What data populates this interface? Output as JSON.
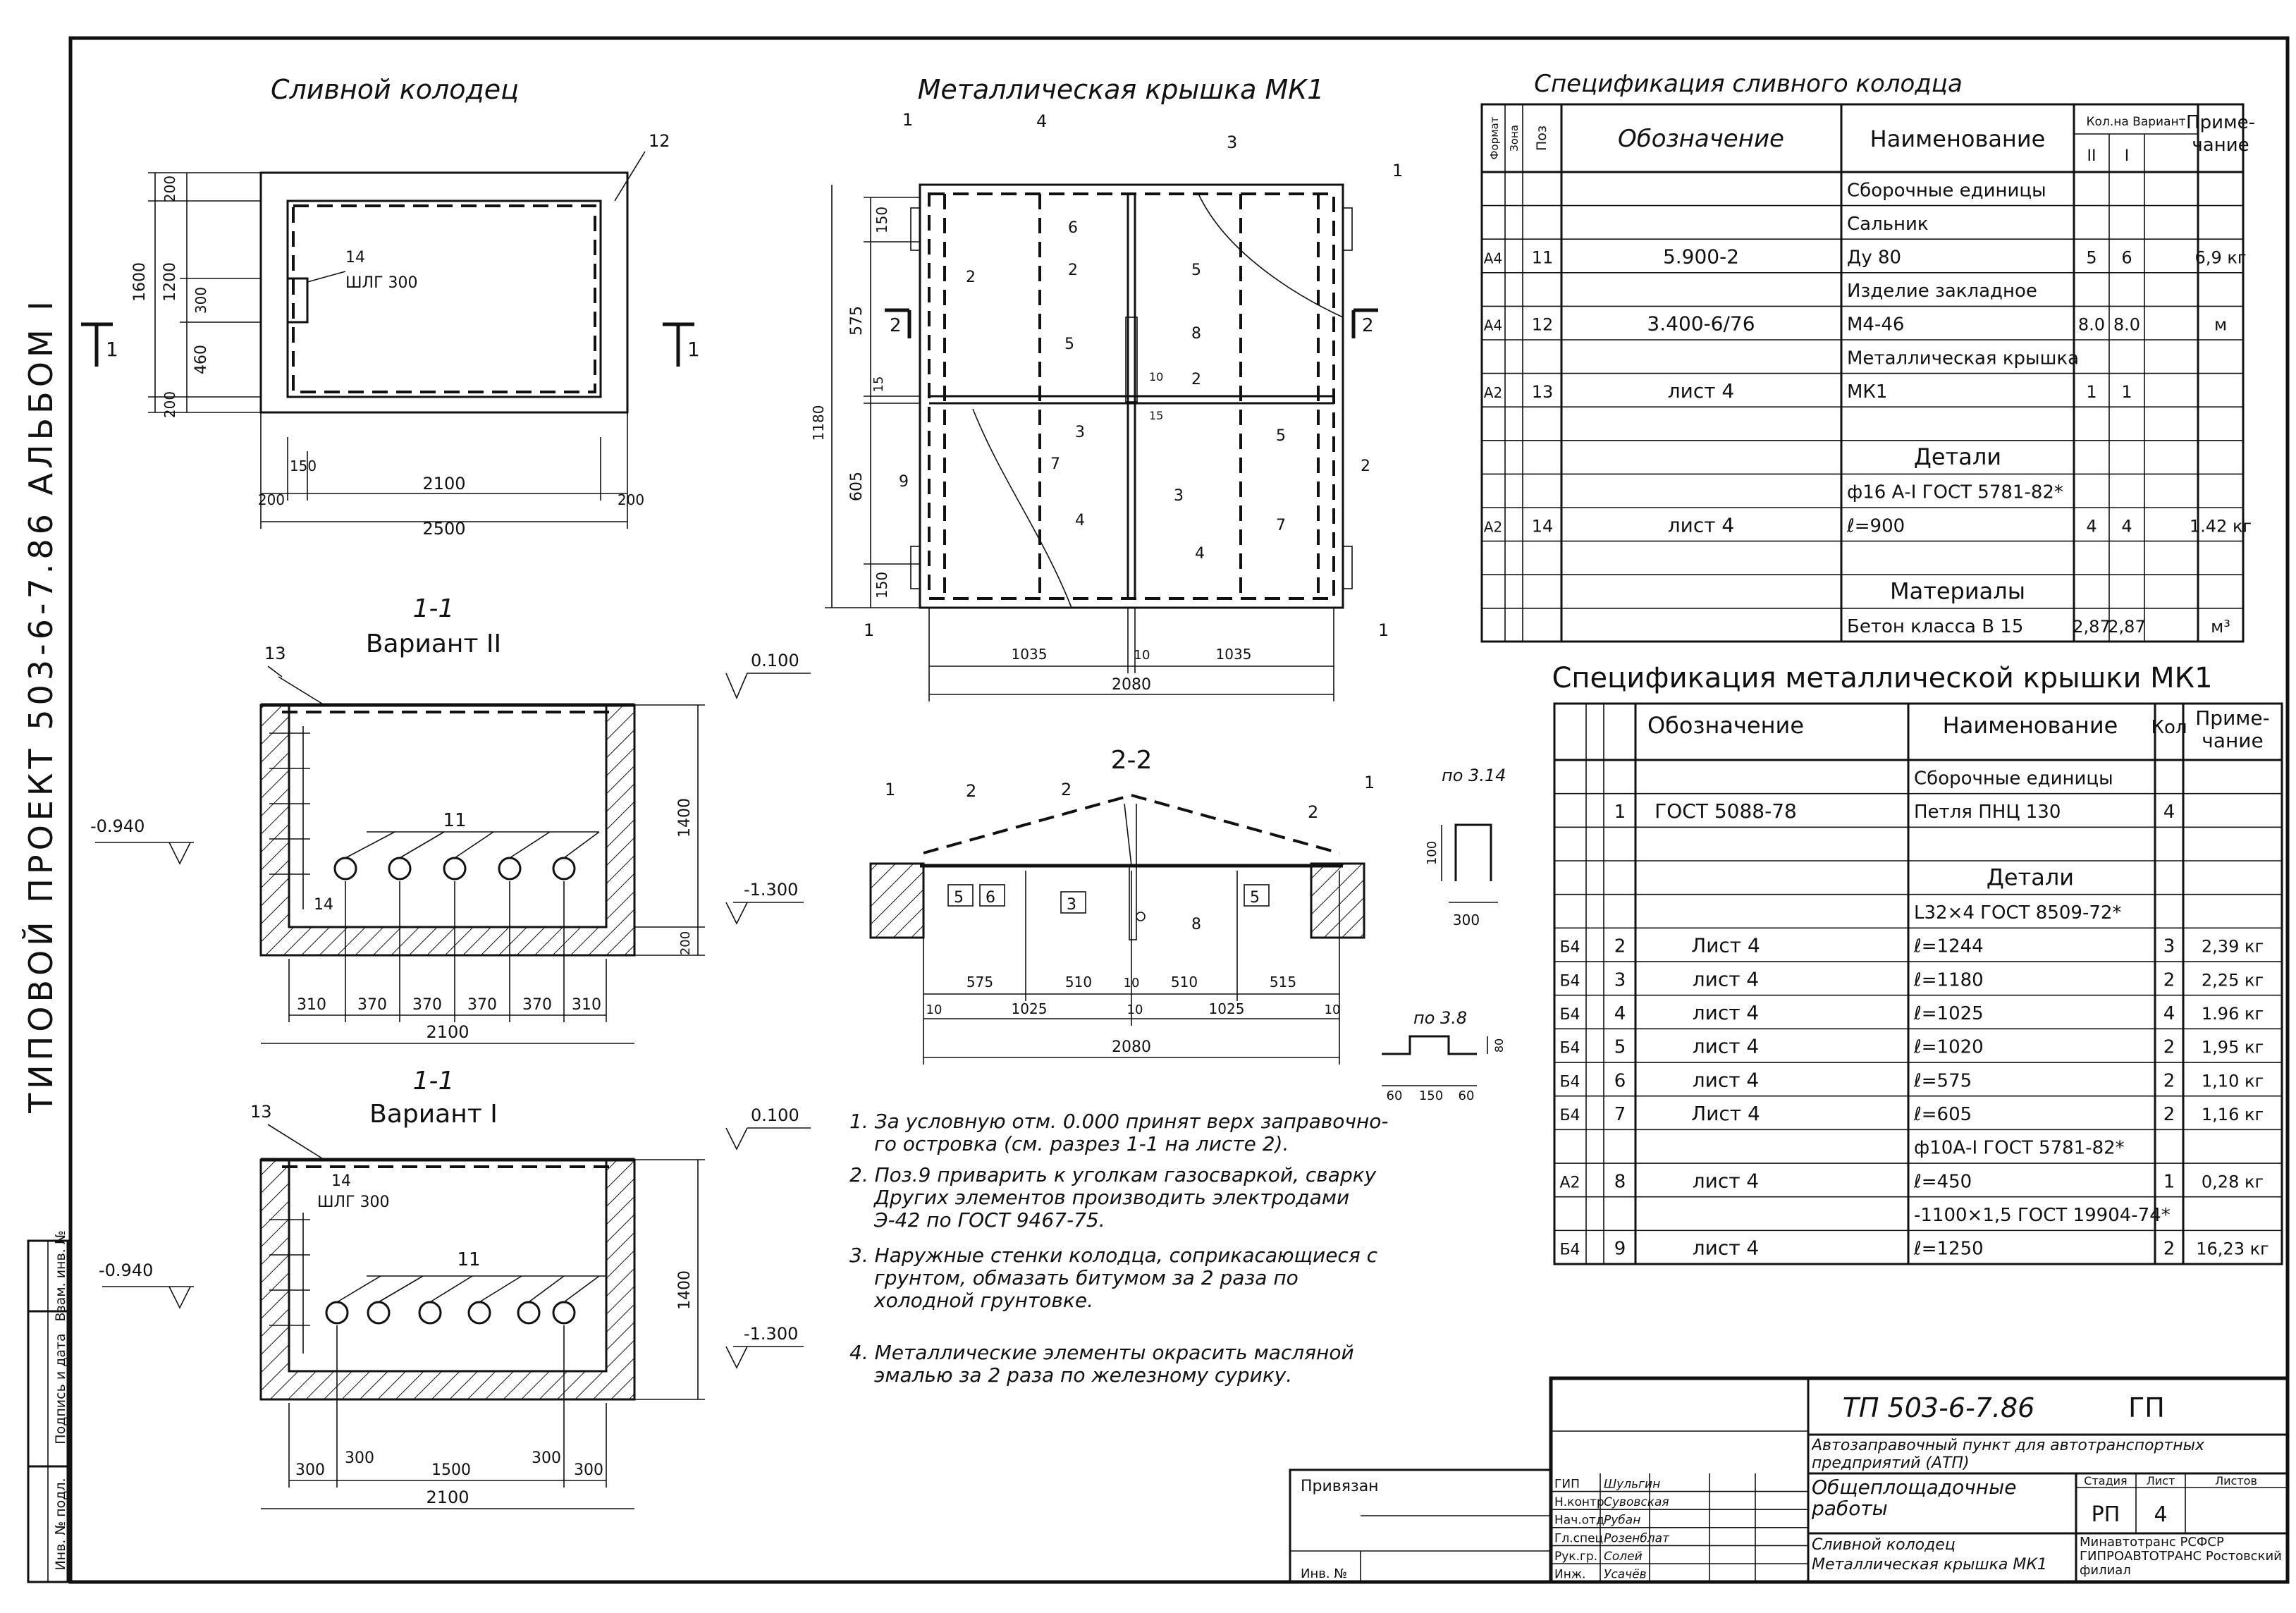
{
  "side_text": "ТИПОВОЙ ПРОЕКТ 503-6-7.86 АЛЬБОМ I",
  "plan": {
    "title": "Сливной колодец",
    "dims_v": [
      "200",
      "1200",
      "1600",
      "460",
      "300",
      "200"
    ],
    "dims_h": [
      "150",
      "200",
      "2100",
      "200",
      "2500"
    ],
    "label_14": "14",
    "label_shlg": "ШЛГ 300",
    "label_12": "12",
    "cut_left": "1",
    "cut_right": "1"
  },
  "cover": {
    "title": "Металлическая крышка МК1",
    "labels": [
      "1",
      "4",
      "3",
      "1",
      "6",
      "2",
      "2",
      "5",
      "8",
      "5",
      "2",
      "7",
      "3",
      "9",
      "3",
      "4",
      "7",
      "4",
      "5",
      "2",
      "1",
      "1"
    ],
    "dims_v": [
      "150",
      "575",
      "1180",
      "15",
      "605",
      "150",
      "15",
      "10"
    ],
    "dims_h": [
      "1035",
      "10",
      "1035",
      "2080"
    ],
    "cut_left": "2",
    "cut_right": "2"
  },
  "section_v2": {
    "cut": "1-1",
    "variant": "Вариант II",
    "label_13": "13",
    "label_11": "11",
    "label_14": "14",
    "elev_top": "0.100",
    "elev_left": "-0.940",
    "elev_right": "-1.300",
    "dims_v": [
      "1400",
      "200"
    ],
    "dims_h": [
      "310",
      "370",
      "370",
      "370",
      "370",
      "310",
      "2100"
    ]
  },
  "section_v1": {
    "cut": "1-1",
    "variant": "Вариант I",
    "label_13": "13",
    "label_14": "14",
    "label_shlg": "ШЛГ 300",
    "label_11": "11",
    "elev_top": "0.100",
    "elev_left": "-0.940",
    "elev_right": "-1.300",
    "dims_v": [
      "1400"
    ],
    "dims_h": [
      "300",
      "300",
      "1500",
      "300",
      "300",
      "2100"
    ]
  },
  "section_22": {
    "cut": "2-2",
    "labels": [
      "1",
      "2",
      "2",
      "2",
      "1",
      "5",
      "6",
      "3",
      "8",
      "5"
    ],
    "dims_h": [
      "575",
      "510",
      "10",
      "510",
      "515",
      "10",
      "1025",
      "10",
      "1025",
      "10",
      "2080"
    ]
  },
  "detail_314": {
    "title": "по 3.14",
    "dims": [
      "100",
      "300"
    ]
  },
  "detail_38": {
    "title": "по 3.8",
    "dims": [
      "80",
      "60",
      "150",
      "60"
    ]
  },
  "notes": [
    "1. За условную отм. 0.000 принят верх заправочно-",
    "го островка (см. разрез 1-1 на листе 2).",
    "2. Поз.9 приварить к уголкам газосваркой, сварку",
    "Других элементов производить электродами",
    "Э-42 по ГОСТ 9467-75.",
    "3. Наружные стенки колодца, соприкасающиеся с",
    "грунтом, обмазать битумом за 2 раза по",
    "холодной грунтовке.",
    "4. Металлические элементы окрасить масляной",
    "эмалью за 2 раза по железному сурику."
  ],
  "spec1": {
    "title": "Спецификация сливного колодца",
    "headers": [
      "Формат",
      "Зона",
      "Поз",
      "Обозначение",
      "Наименование",
      "Кол.на Вариант",
      "II",
      "I",
      "Приме-",
      "чание"
    ],
    "rows": [
      {
        "fmt": "",
        "pos": "",
        "des": "",
        "name": "Сборочные единицы",
        "q2": "",
        "q1": "",
        "note": ""
      },
      {
        "fmt": "",
        "pos": "",
        "des": "",
        "name": "Сальник",
        "q2": "",
        "q1": "",
        "note": ""
      },
      {
        "fmt": "А4",
        "pos": "11",
        "des": "5.900-2",
        "name": "Ду 80",
        "q2": "5",
        "q1": "6",
        "note": "6,9 кг"
      },
      {
        "fmt": "",
        "pos": "",
        "des": "",
        "name": "Изделие закладное",
        "q2": "",
        "q1": "",
        "note": ""
      },
      {
        "fmt": "А4",
        "pos": "12",
        "des": "3.400-6/76",
        "name": "М4-46",
        "q2": "8.0",
        "q1": "8.0",
        "note": "м"
      },
      {
        "fmt": "",
        "pos": "",
        "des": "",
        "name": "Металлическая крышка",
        "q2": "",
        "q1": "",
        "note": ""
      },
      {
        "fmt": "А2",
        "pos": "13",
        "des": "лист 4",
        "name": "МК1",
        "q2": "1",
        "q1": "1",
        "note": ""
      },
      {
        "fmt": "",
        "pos": "",
        "des": "",
        "name": "",
        "q2": "",
        "q1": "",
        "note": ""
      },
      {
        "fmt": "",
        "pos": "",
        "des": "",
        "name": "Детали",
        "q2": "",
        "q1": "",
        "note": ""
      },
      {
        "fmt": "",
        "pos": "",
        "des": "",
        "name": "ф16 А-I ГОСТ 5781-82*",
        "q2": "",
        "q1": "",
        "note": ""
      },
      {
        "fmt": "А2",
        "pos": "14",
        "des": "лист 4",
        "name": "ℓ=900",
        "q2": "4",
        "q1": "4",
        "note": "1.42 кг"
      },
      {
        "fmt": "",
        "pos": "",
        "des": "",
        "name": "",
        "q2": "",
        "q1": "",
        "note": ""
      },
      {
        "fmt": "",
        "pos": "",
        "des": "",
        "name": "Материалы",
        "q2": "",
        "q1": "",
        "note": ""
      },
      {
        "fmt": "",
        "pos": "",
        "des": "",
        "name": "Бетон класса В 15",
        "q2": "2,87",
        "q1": "2,87",
        "note": "м³"
      }
    ]
  },
  "spec2": {
    "title": "Спецификация металлической крышки МК1",
    "headers": [
      "Обозначение",
      "Наименование",
      "Кол",
      "Приме-",
      "чание"
    ],
    "rows": [
      {
        "fmt": "",
        "pos": "",
        "des": "",
        "name": "Сборочные единицы",
        "qty": "",
        "note": ""
      },
      {
        "fmt": "",
        "pos": "1",
        "des": "ГОСТ 5088-78",
        "name": "Петля ПНЦ 130",
        "qty": "4",
        "note": ""
      },
      {
        "fmt": "",
        "pos": "",
        "des": "",
        "name": "",
        "qty": "",
        "note": ""
      },
      {
        "fmt": "",
        "pos": "",
        "des": "",
        "name": "Детали",
        "qty": "",
        "note": ""
      },
      {
        "fmt": "",
        "pos": "",
        "des": "",
        "name": "L32×4 ГОСТ 8509-72*",
        "qty": "",
        "note": ""
      },
      {
        "fmt": "Б4",
        "pos": "2",
        "des": "Лист 4",
        "name": "ℓ=1244",
        "qty": "3",
        "note": "2,39 кг"
      },
      {
        "fmt": "Б4",
        "pos": "3",
        "des": "лист 4",
        "name": "ℓ=1180",
        "qty": "2",
        "note": "2,25 кг"
      },
      {
        "fmt": "Б4",
        "pos": "4",
        "des": "лист 4",
        "name": "ℓ=1025",
        "qty": "4",
        "note": "1.96 кг"
      },
      {
        "fmt": "Б4",
        "pos": "5",
        "des": "лист 4",
        "name": "ℓ=1020",
        "qty": "2",
        "note": "1,95 кг"
      },
      {
        "fmt": "Б4",
        "pos": "6",
        "des": "лист 4",
        "name": "ℓ=575",
        "qty": "2",
        "note": "1,10 кг"
      },
      {
        "fmt": "Б4",
        "pos": "7",
        "des": "Лист 4",
        "name": "ℓ=605",
        "qty": "2",
        "note": "1,16 кг"
      },
      {
        "fmt": "",
        "pos": "",
        "des": "",
        "name": "ф10А-I ГОСТ 5781-82*",
        "qty": "",
        "note": ""
      },
      {
        "fmt": "А2",
        "pos": "8",
        "des": "лист 4",
        "name": "ℓ=450",
        "qty": "1",
        "note": "0,28 кг"
      },
      {
        "fmt": "",
        "pos": "",
        "des": "",
        "name": "-1100×1,5 ГОСТ 19904-74*",
        "qty": "",
        "note": ""
      },
      {
        "fmt": "Б4",
        "pos": "9",
        "des": "лист 4",
        "name": "ℓ=1250",
        "qty": "2",
        "note": "16,23 кг"
      }
    ]
  },
  "stamp": {
    "code": "ТП 503-6-7.86",
    "mark": "ГП",
    "project": "Автозаправочный пункт для автотранспортных предприятий (АТП)",
    "section": "Общеплощадочные работы",
    "sheet_title": "Сливной колодец Металлическая крышка МК1",
    "stage_header": "Стадия",
    "sheet_header": "Лист",
    "sheets_header": "Листов",
    "stage": "РП",
    "sheet": "4",
    "org": "Минавтотранс РСФСР ГИПРОАВТОТРАНС Ростовский филиал",
    "privyazan": "Привязан",
    "inv": "Инв. №",
    "roles": [
      "ГИП",
      "Н.контр",
      "Нач.отд",
      "Гл.спец.",
      "Рук.гр.",
      "Инж."
    ],
    "names": [
      "Шульгин",
      "Сувовская",
      "Рубан",
      "Розенблат",
      "Солей",
      "Усачёв"
    ]
  },
  "left_stamp": [
    "Взам. инв. №",
    "Подпись и дата",
    "Инв. № подл."
  ]
}
